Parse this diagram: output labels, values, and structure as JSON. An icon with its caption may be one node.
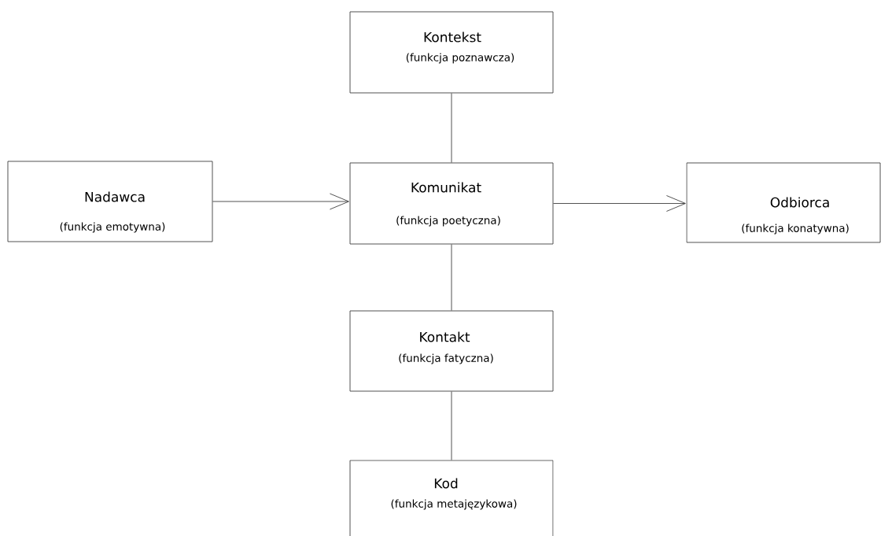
{
  "diagram": {
    "nodes": [
      {
        "text": [
          "Kontekst",
          "(funkcja poznawcza)"
        ]
      },
      {
        "text": [
          "Nadawca",
          "(funkcja emotywna)"
        ]
      },
      {
        "text": [
          "Komunikat",
          "(funkcja poetyczna)"
        ]
      },
      {
        "text": [
          "Odbiorca",
          "(funkcja konatywna)"
        ]
      },
      {
        "text": [
          "Kontakt",
          "(funkcja fatyczna)"
        ]
      },
      {
        "text": [
          "Kod",
          "(funkcja metajęzykowa)"
        ]
      }
    ],
    "edges": [
      {
        "from": 1,
        "to": 2,
        "arrow": "to"
      },
      {
        "from": 2,
        "to": 3,
        "arrow": "to"
      },
      {
        "from": 0,
        "to": 2,
        "arrow": "none"
      },
      {
        "from": 2,
        "to": 4,
        "arrow": "none"
      },
      {
        "from": 4,
        "to": 5,
        "arrow": "none"
      }
    ]
  }
}
